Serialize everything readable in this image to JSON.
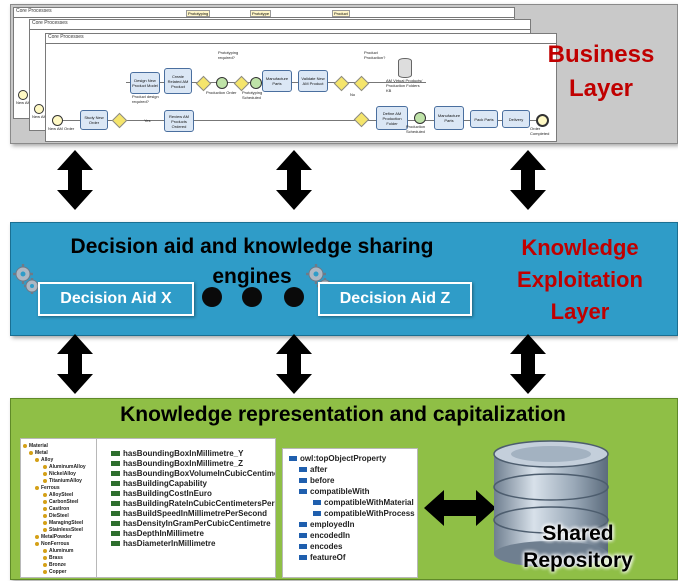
{
  "business_layer": {
    "title_line1": "Business",
    "title_line2": "Layer",
    "window_title": "Core Processes",
    "tasks": [
      "Study New Order",
      "Design New Product Model",
      "Create Related AM Product",
      "Review AM Products Ordered",
      "Manufacture Parts",
      "Validate New AM Product",
      "Define AM Production Folder",
      "Manufacture Parts",
      "Pack Parts",
      "Delivery"
    ],
    "events": [
      "New AM Order",
      "New AM Order",
      "New AM Order",
      "Production Order",
      "Prototyping Scheduled",
      "Production Scheduled",
      "Order Completed"
    ],
    "gateway_labels": [
      "Product design required?",
      "Prototyping required?",
      "Product Production?",
      "AM Virtual Products/ Production Folders KB"
    ],
    "tags": [
      "Prototyping",
      "Prototype",
      "Product"
    ],
    "misc_labels": [
      "Yes",
      "No"
    ]
  },
  "exploitation_layer": {
    "title_line1": "Decision aid and knowledge sharing",
    "title_line2": "engines",
    "right_line1": "Knowledge",
    "right_line2": "Exploitation",
    "right_line3": "Layer",
    "aid_left": "Decision Aid X",
    "aid_right": "Decision Aid Z"
  },
  "representation_layer": {
    "title": "Knowledge representation and capitalization",
    "material_tree": [
      "Material",
      "Metal",
      "Alloy",
      "AluminumAlloy",
      "NickelAlloy",
      "TitaniumAlloy",
      "Ferrous",
      "AlloySteel",
      "CarbonSteel",
      "CastIron",
      "DieSteel",
      "MaragingSteel",
      "StainlessSteel",
      "MetalPowder",
      "NonFerrous",
      "Aluminum",
      "Brass",
      "Bronze",
      "Copper"
    ],
    "data_properties": [
      "hasBoundingBoxInMillimetre_Y",
      "hasBoundingBoxInMillimetre_Z",
      "hasBoundingBoxVolumeInCubicCentimetres",
      "hasBuildingCapability",
      "hasBuildingCostInEuro",
      "hasBuildingRateInCubicCentimetersPerHour",
      "hasBuildSpeedInMillimetrePerSecond",
      "hasDensityInGramPerCubicCentimetre",
      "hasDepthInMillimetre",
      "hasDiameterInMillimetre"
    ],
    "object_properties": [
      "owl:topObjectProperty",
      "after",
      "before",
      "compatibleWith",
      "compatibleWithMaterial",
      "compatibleWithProcess",
      "employedIn",
      "encodedIn",
      "encodes",
      "featureOf"
    ],
    "repository_line1": "Shared",
    "repository_line2": "Repository"
  },
  "colors": {
    "accent_red": "#c00000",
    "exploitation_blue": "#2f9cc8",
    "representation_green": "#8fbf46"
  }
}
